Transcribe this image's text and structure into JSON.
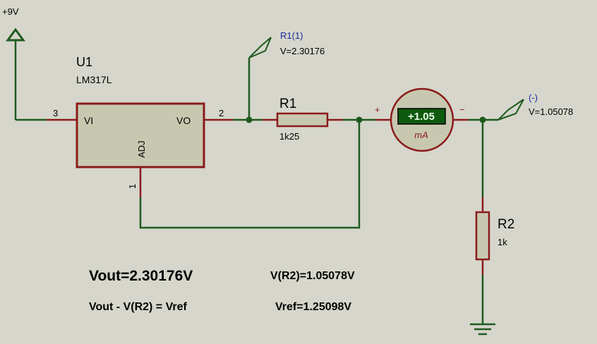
{
  "supply": {
    "label": "+9V"
  },
  "regulator": {
    "ref": "U1",
    "part": "LM317L",
    "pin_vi": "VI",
    "pin_vo": "VO",
    "pin_adj": "ADJ",
    "pin3": "3",
    "pin2": "2",
    "pin1": "1"
  },
  "r1": {
    "ref": "R1",
    "value": "1k25"
  },
  "r2": {
    "ref": "R2",
    "value": "1k"
  },
  "probe_r1": {
    "name": "R1(1)",
    "reading": "V=2.30176"
  },
  "probe_minus": {
    "name": "(-)",
    "reading": "V=1.05078"
  },
  "ammeter": {
    "display": "+1.05",
    "unit": "mA",
    "plus": "+",
    "minus": "−"
  },
  "notes": {
    "vout": "Vout=2.30176V",
    "vr2": "V(R2)=1.05078V",
    "formula": "Vout - V(R2) = Vref",
    "vref": "Vref=1.25098V"
  },
  "colors": {
    "background": "#d6d6cc",
    "wire": "#1e5a1e",
    "lead": "#8b1a1a",
    "component_fill": "#c8c8b0",
    "meter_display": "#0f5a0f",
    "probe_text": "#1a2aa0"
  }
}
